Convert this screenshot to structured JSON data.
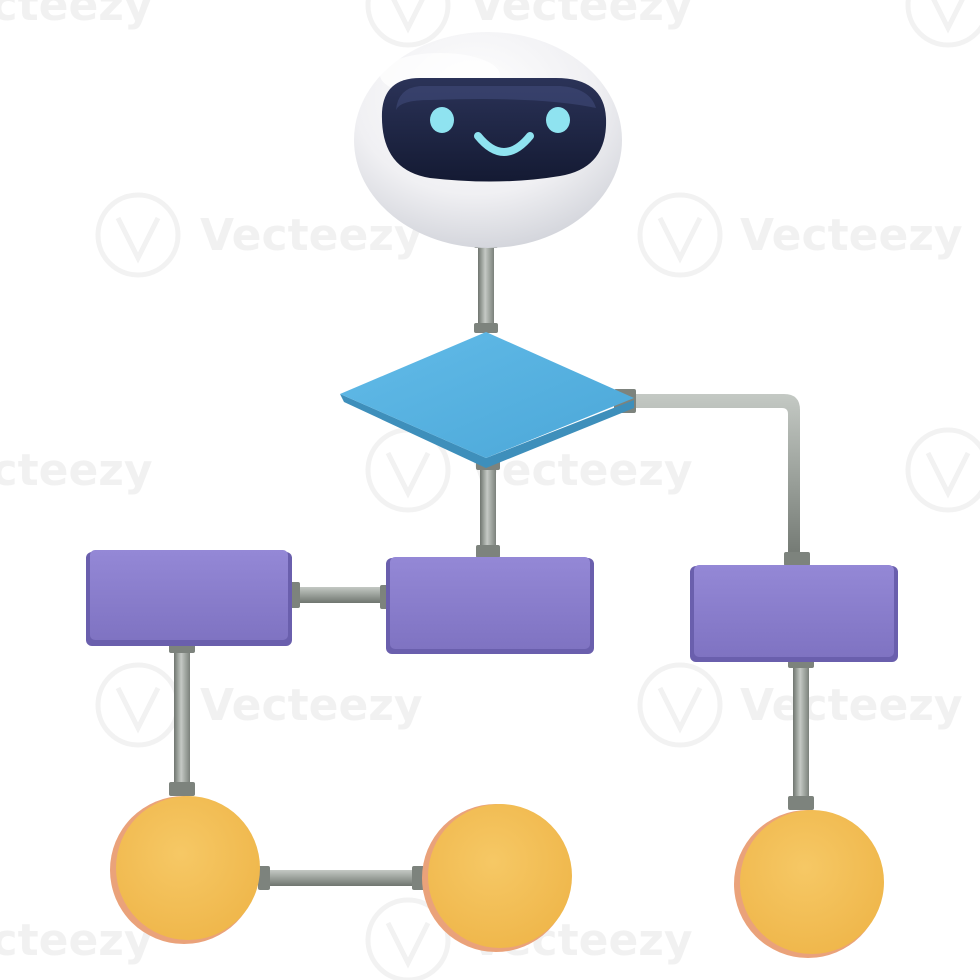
{
  "image": {
    "subject": "robot-head-flowchart-3d-icon",
    "watermark_text": "Vecteezy"
  },
  "colors": {
    "background": "#ffffff",
    "robot_shell": "#f2f2f4",
    "robot_visor": "#1c2340",
    "robot_face": "#8fe3f0",
    "decision_node": "#56b2e0",
    "process_node": "#8478c6",
    "terminal_node": "#f3bd55",
    "connector": "#9aa09a"
  },
  "nodes": {
    "robot": {
      "icon": "robot-head-icon"
    },
    "decision": {
      "shape": "diamond"
    },
    "process": [
      {
        "name": "process-left"
      },
      {
        "name": "process-center"
      },
      {
        "name": "process-right"
      }
    ],
    "terminal": [
      {
        "name": "terminal-left"
      },
      {
        "name": "terminal-center"
      },
      {
        "name": "terminal-right"
      }
    ]
  }
}
